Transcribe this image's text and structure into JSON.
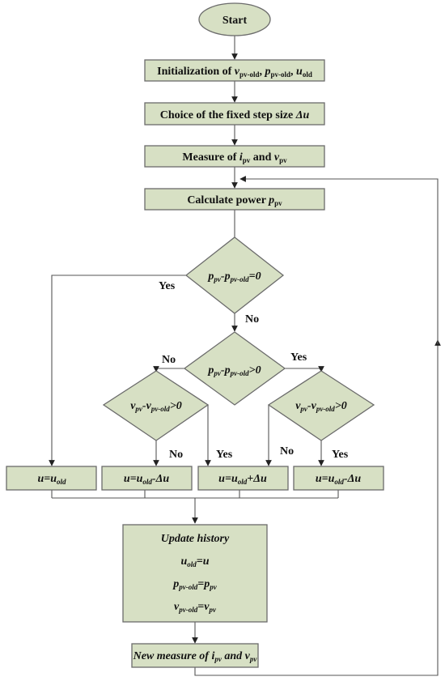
{
  "start": "Start",
  "init": {
    "prefix": "Initialization of ",
    "v": "v",
    "v_sub": "pv-old",
    "sep1": ", ",
    "p": "p",
    "p_sub": "pv-old",
    "sep2": ", ",
    "u": "u",
    "u_sub": "old"
  },
  "step": {
    "prefix": "Choice of the fixed step size ",
    "delta_u": "Δu"
  },
  "measure": {
    "prefix": "Measure of ",
    "i": "i",
    "i_sub": "pv",
    "and": " and ",
    "v": "v",
    "v_sub": "pv"
  },
  "calc": {
    "prefix": "Calculate power ",
    "p": "p",
    "p_sub": "pv"
  },
  "decision1": {
    "p": "p",
    "p_sub": "pv",
    "minus": "-",
    "p2": "p",
    "p2_sub": "pv-old",
    "rel": "=0"
  },
  "decision2": {
    "p": "p",
    "p_sub": "pv",
    "minus": "-",
    "p2": "p",
    "p2_sub": "pv-old",
    "rel": ">0"
  },
  "decision3": {
    "v": "v",
    "v_sub": "pv",
    "minus": "-",
    "v2": "v",
    "v2_sub": "pv-old",
    "rel": ">0"
  },
  "decision4": {
    "v": "v",
    "v_sub": "pv",
    "minus": "-",
    "v2": "v",
    "v2_sub": "pv-old",
    "rel": ">0"
  },
  "labels": {
    "yes1": "Yes",
    "no1": "No",
    "no2": "No",
    "yes2": "Yes",
    "no3": "No",
    "yes3": "Yes",
    "no4": "No",
    "yes4": "Yes"
  },
  "action1": {
    "u": "u",
    "eq": "=",
    "u2": "u",
    "u2_sub": "old"
  },
  "action2": {
    "u": "u",
    "eq": "=",
    "u2": "u",
    "u2_sub": "old",
    "op": "-Δ",
    "u3": "u"
  },
  "action3": {
    "u": "u",
    "eq": "=",
    "u2": "u",
    "u2_sub": "old",
    "op": "+Δ",
    "u3": "u"
  },
  "action4": {
    "u": "u",
    "eq": "=",
    "u2": "u",
    "u2_sub": "old",
    "op": "-Δ",
    "u3": "u"
  },
  "update": {
    "title": "Update history",
    "line1": {
      "a": "u",
      "a_sub": "old",
      "eq": "=",
      "b": "u"
    },
    "line2": {
      "a": "p",
      "a_sub": "pv-old",
      "eq": "=",
      "b": "p",
      "b_sub": "pv"
    },
    "line3": {
      "a": "v",
      "a_sub": "pv-old",
      "eq": "=",
      "b": "v",
      "b_sub": "pv"
    }
  },
  "newmeasure": {
    "prefix": "New measure of ",
    "i": "i",
    "i_sub": "pv",
    "and": " and ",
    "v": "v",
    "v_sub": "pv"
  }
}
